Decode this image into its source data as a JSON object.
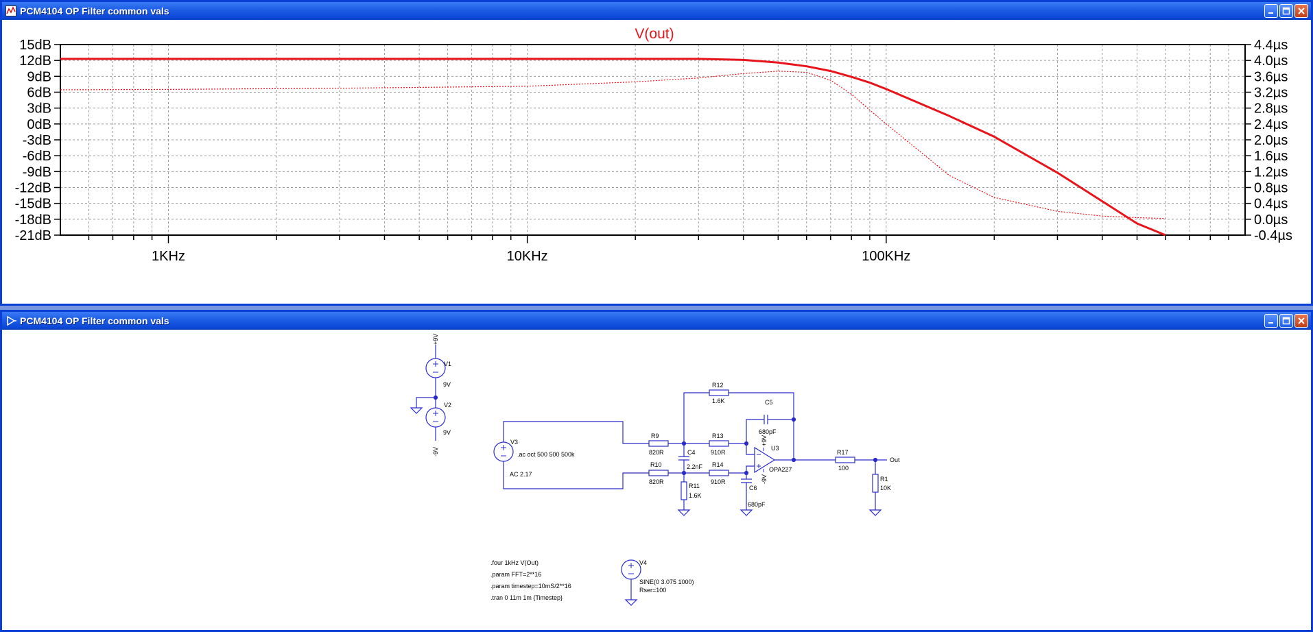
{
  "plot_window": {
    "title": "PCM4104 OP Filter common vals",
    "trace_label": "V(out)"
  },
  "schematic_window": {
    "title": "PCM4104 OP Filter common vals"
  },
  "chart_data": {
    "type": "line",
    "title": "V(out)",
    "x_scale": "log",
    "xlim": [
      500,
      1000000
    ],
    "x_tick_labels": [
      "1KHz",
      "10KHz",
      "100KHz"
    ],
    "x_tick_values": [
      1000,
      10000,
      100000
    ],
    "y_left_tick_labels": [
      "15dB",
      "12dB",
      "9dB",
      "6dB",
      "3dB",
      "0dB",
      "-3dB",
      "-6dB",
      "-9dB",
      "-12dB",
      "-15dB",
      "-18dB",
      "-21dB"
    ],
    "y_left_lim": [
      -21,
      15
    ],
    "y_right_tick_labels": [
      "4.4µs",
      "4.0µs",
      "3.6µs",
      "3.2µs",
      "2.8µs",
      "2.4µs",
      "2.0µs",
      "1.6µs",
      "1.2µs",
      "0.8µs",
      "0.4µs",
      "0.0µs",
      "-0.4µs"
    ],
    "y_right_lim": [
      -0.4,
      4.4
    ],
    "grid": true,
    "trace_color": "#e8141b",
    "series": [
      {
        "axis": "left",
        "style": "solid",
        "points": [
          [
            500,
            12.3
          ],
          [
            1000,
            12.3
          ],
          [
            10000,
            12.3
          ],
          [
            30000,
            12.3
          ],
          [
            40000,
            12.1
          ],
          [
            50000,
            11.6
          ],
          [
            60000,
            10.9
          ],
          [
            70000,
            10.0
          ],
          [
            80000,
            8.9
          ],
          [
            90000,
            7.8
          ],
          [
            100000,
            6.6
          ],
          [
            150000,
            1.5
          ],
          [
            200000,
            -2.4
          ],
          [
            300000,
            -9.2
          ],
          [
            400000,
            -14.6
          ],
          [
            500000,
            -18.8
          ],
          [
            600000,
            -21.0
          ]
        ]
      },
      {
        "axis": "right",
        "style": "dotted",
        "points": [
          [
            500,
            3.26
          ],
          [
            1000,
            3.27
          ],
          [
            3000,
            3.3
          ],
          [
            10000,
            3.35
          ],
          [
            20000,
            3.46
          ],
          [
            30000,
            3.56
          ],
          [
            40000,
            3.67
          ],
          [
            50000,
            3.73
          ],
          [
            60000,
            3.7
          ],
          [
            70000,
            3.5
          ],
          [
            80000,
            3.15
          ],
          [
            90000,
            2.75
          ],
          [
            100000,
            2.4
          ],
          [
            150000,
            1.1
          ],
          [
            200000,
            0.55
          ],
          [
            300000,
            0.2
          ],
          [
            400000,
            0.08
          ],
          [
            500000,
            0.04
          ],
          [
            600000,
            0.02
          ]
        ]
      }
    ]
  },
  "schematic": {
    "labels": {
      "v1": "V1",
      "v1_val": "9V",
      "v1_top": "+9V",
      "v2": "V2",
      "v2_val": "9V",
      "v2_bot": "-9V",
      "v3": "V3",
      "v3_ac": ".ac oct 500 500 500k",
      "v3_val": "AC 2.17",
      "r9": "R9",
      "r9_val": "820R",
      "r10": "R10",
      "r10_val": "820R",
      "r11": "R11",
      "r11_val": "1.6K",
      "r12": "R12",
      "r12_val": "1.6K",
      "r13": "R13",
      "r13_val": "910R",
      "r14": "R14",
      "r14_val": "910R",
      "c4": "C4",
      "c4_val": "2.2nF",
      "c5": "C5",
      "c5_val": "680pF",
      "c6": "C6",
      "c6_val": "680pF",
      "u3": "U3",
      "u3_val": "OPA227",
      "u3_pos": "+9V",
      "u3_neg": "-9V",
      "r17": "R17",
      "r17_val": "100",
      "r1": "R1",
      "r1_val": "10K",
      "out": "Out",
      "v4": "V4",
      "v4_val": "SINE(0 3.075 1000)",
      "v4_rser": "Rser=100"
    },
    "directives": [
      ".four 1kHz V(Out)",
      ".param FFT=2**16",
      ".param timestep=10mS/2**16",
      ".tran 0 11m 1m {Timestep}"
    ]
  }
}
